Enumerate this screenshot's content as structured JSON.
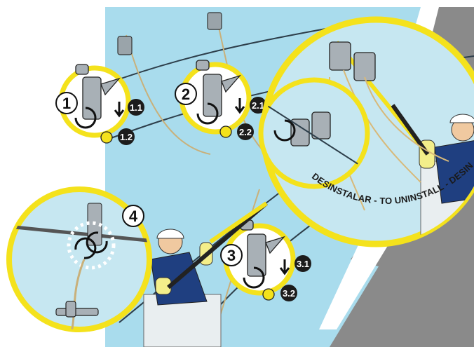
{
  "steps": [
    {
      "number": "1",
      "sub_a": "1.1",
      "sub_b": "1.2"
    },
    {
      "number": "2",
      "sub_a": "2.1",
      "sub_b": "2.2"
    },
    {
      "number": "3",
      "sub_a": "3.1",
      "sub_b": "3.2"
    },
    {
      "number": "4"
    }
  ],
  "uninstall_caption": "DESINSTALAR - TO UNINSTALL - DESINSTALER",
  "colors": {
    "sky": "#a9dced",
    "ring": "#f4e21c",
    "dark_panel": "#7a7a7a",
    "badge": "#1c1c1c",
    "sleeve": "#e8f07a"
  },
  "icons": [
    "rotate-arrow-icon",
    "down-arrow-icon",
    "clamp-tool-icon",
    "worker-figure-icon"
  ]
}
